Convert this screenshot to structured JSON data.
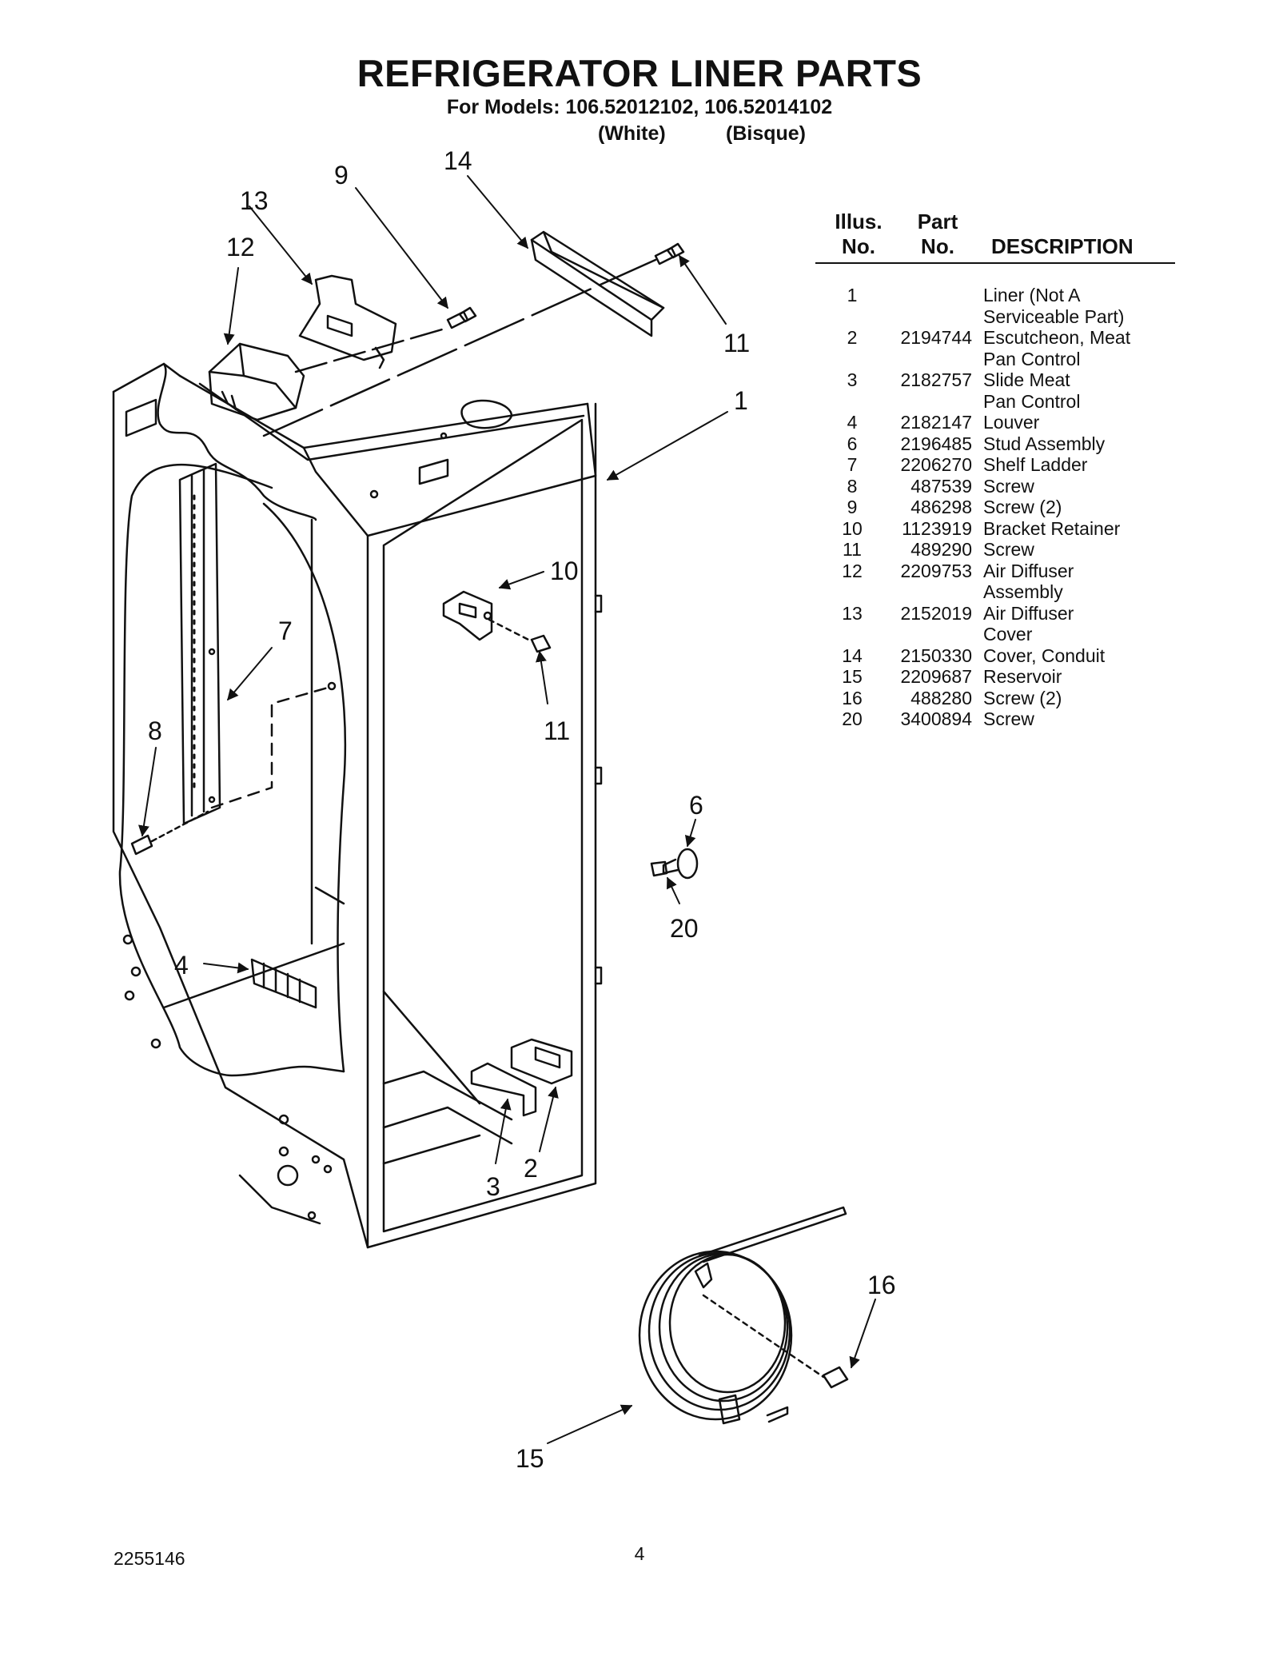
{
  "header": {
    "title": "REFRIGERATOR LINER PARTS",
    "models": "For Models: 106.52012102, 106.52014102",
    "color_white": "(White)",
    "color_bisque": "(Bisque)"
  },
  "diagram": {
    "callouts": {
      "c1": "1",
      "c2": "2",
      "c3": "3",
      "c4": "4",
      "c6": "6",
      "c7": "7",
      "c8": "8",
      "c9": "9",
      "c10": "10",
      "c11a": "11",
      "c11b": "11",
      "c12": "12",
      "c13": "13",
      "c14": "14",
      "c15": "15",
      "c16": "16",
      "c20": "20"
    }
  },
  "parts_list": {
    "headers": {
      "illus_1": "Illus.",
      "illus_2": "No.",
      "part_1": "Part",
      "part_2": "No.",
      "description": "DESCRIPTION"
    },
    "rows": [
      {
        "no": "1",
        "part": "",
        "desc": [
          "Liner (Not A",
          "Serviceable Part)"
        ]
      },
      {
        "no": "2",
        "part": "2194744",
        "desc": [
          "Escutcheon, Meat",
          "Pan Control"
        ]
      },
      {
        "no": "3",
        "part": "2182757",
        "desc": [
          "Slide Meat",
          "Pan Control"
        ]
      },
      {
        "no": "4",
        "part": "2182147",
        "desc": [
          "Louver"
        ]
      },
      {
        "no": "6",
        "part": "2196485",
        "desc": [
          "Stud Assembly"
        ]
      },
      {
        "no": "7",
        "part": "2206270",
        "desc": [
          "Shelf Ladder"
        ]
      },
      {
        "no": "8",
        "part": "487539",
        "desc": [
          "Screw"
        ]
      },
      {
        "no": "9",
        "part": "486298",
        "desc": [
          "Screw (2)"
        ]
      },
      {
        "no": "10",
        "part": "1123919",
        "desc": [
          "Bracket Retainer"
        ]
      },
      {
        "no": "11",
        "part": "489290",
        "desc": [
          "Screw"
        ]
      },
      {
        "no": "12",
        "part": "2209753",
        "desc": [
          "Air Diffuser",
          "Assembly"
        ]
      },
      {
        "no": "13",
        "part": "2152019",
        "desc": [
          "Air Diffuser",
          "Cover"
        ]
      },
      {
        "no": "14",
        "part": "2150330",
        "desc": [
          "Cover, Conduit"
        ]
      },
      {
        "no": "15",
        "part": "2209687",
        "desc": [
          "Reservoir"
        ]
      },
      {
        "no": "16",
        "part": "488280",
        "desc": [
          "Screw (2)"
        ]
      },
      {
        "no": "20",
        "part": "3400894",
        "desc": [
          "Screw"
        ]
      }
    ]
  },
  "footer": {
    "doc_number": "2255146",
    "page_number": "4"
  }
}
